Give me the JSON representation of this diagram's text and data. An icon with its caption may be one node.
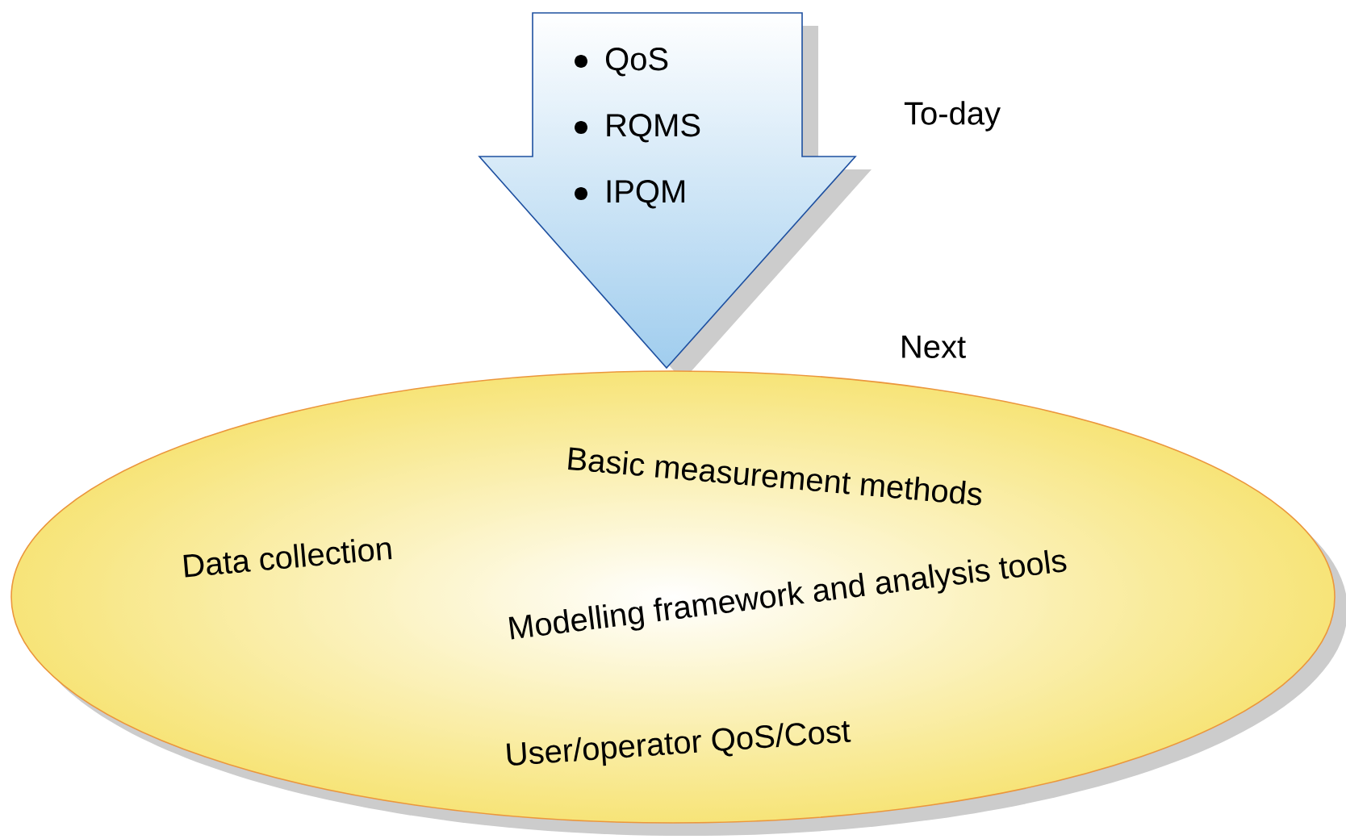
{
  "diagram": {
    "nodes": [
      {
        "text": [
          "QoS",
          "RQMS",
          "IPQM"
        ]
      },
      {
        "text": [
          "Basic measurement methods",
          "Data collection",
          "Modelling framework and analysis tools",
          "User/operator QoS/Cost"
        ]
      }
    ],
    "labels": [
      "To-day",
      "Next"
    ]
  }
}
